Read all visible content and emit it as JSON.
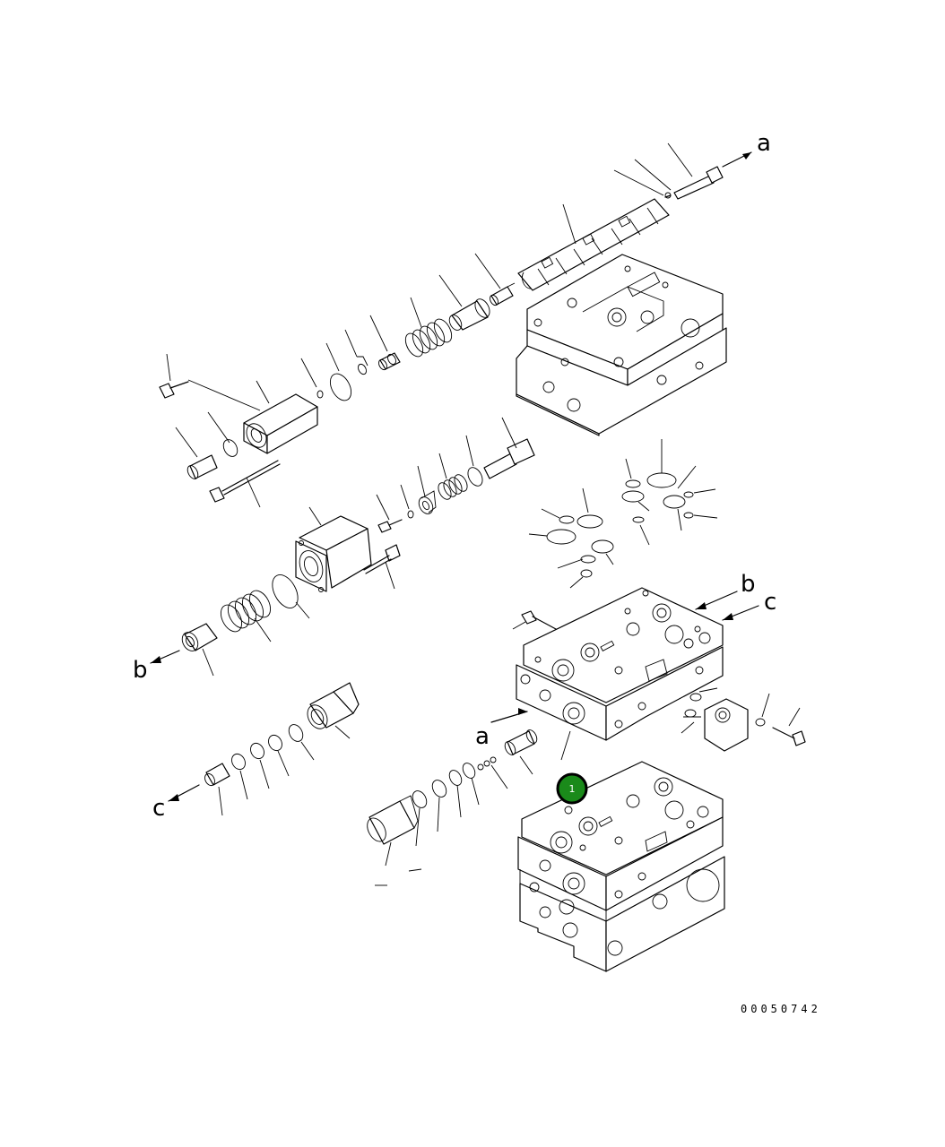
{
  "diagram": {
    "arrow_labels": {
      "a_top": "a",
      "b_right": "b",
      "c_right": "c",
      "b_left": "b",
      "a_mid": "a",
      "c_left": "c"
    },
    "callout": {
      "number": "1",
      "color": "#1a8a1a"
    },
    "drawing_code": "00050742"
  }
}
